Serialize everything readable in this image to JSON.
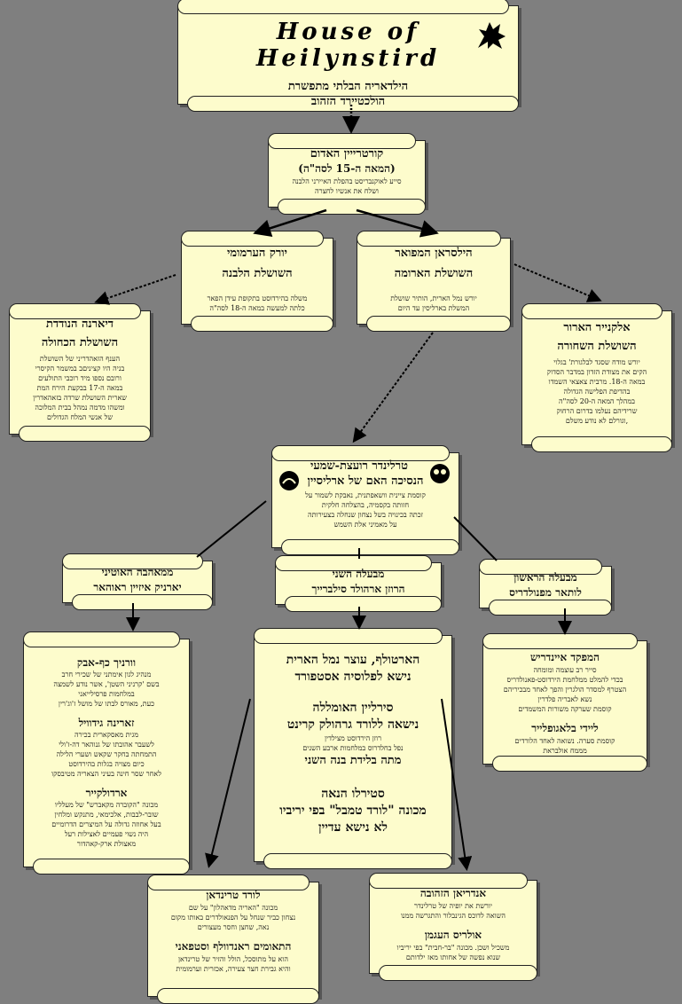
{
  "header": {
    "title": "House of Heilynstird",
    "line1": "הילדאריה הבלתי מתפשרת",
    "line2": "הולכטיירד הזהוב"
  },
  "nodes": {
    "kortrin": {
      "name": "קורטרייין האדום",
      "sub": "(המאה ה-15 לסה\"ה)",
      "desc1": "סייע לאוקנבריסט בהפלת האיירני הלבנה",
      "desc2": "ושלח את אנשיו לחצרה"
    },
    "yorik": {
      "name": "יורק הערמומי",
      "house": "השושלת הלבנה",
      "desc1": "משלה בהירדוסט בתקופת עידן הפאר",
      "desc2": "כלתה למעשה במאה ה-18 לסה\"ה"
    },
    "hilsran": {
      "name": "הילסראן המפואר",
      "house": "השושלת הארומה",
      "desc1": "יורש נמל הארית, הותיר שושלת",
      "desc2": "המשלת בארליסין עד היום"
    },
    "diarna": {
      "name": "דיארנה הנודדת",
      "house": "השושלת הכחולה",
      "desc": [
        "הענף הזאהדריני של השושלת",
        "בניה היו קציניםב במשמר הקיסרי",
        "ורובם נספו מיד רוכבי התולעים",
        "במאה ה-17 בבקעת הירח המת",
        "שארית השושלת שרדה בזאהאדרין",
        "ומשהו מדמה נמהל בבית המלוכה",
        "של אנשי המלח הגדולים"
      ]
    },
    "elkanir": {
      "name": "אלקנייר הארור",
      "house": "השושלת השחורה",
      "desc": [
        "יורש מודח שסגד לבלגורת' בגלוי",
        "הקים את מצודת הזדון במדבר הסדוק",
        "במאה ה-18. מרבית צאצאי השמדו",
        "בהדיפת הפלישה הגדולה",
        "במהלך המאה ה-20 לסה\"ה",
        "שרידיהם נעלמו בדרום הרחוק",
        ",וגורלם לא נודע משלם"
      ]
    },
    "terlinder": {
      "name": "טרלינדר רועצת-שמעי",
      "house": "הנסיכה האם של ארליסיין",
      "desc": [
        "קוסמת ציינית וושאפתנית, נאבקת לשמור על",
        "חזותה בקסמיה, בהצלחה חלקית",
        "זכתה בכינויה בשל נצחון שנחלה בצעירותה",
        "על מאמיני אלת השמש"
      ]
    },
    "spouse1": {
      "label": "ממאהבה האוטיני",
      "name": "יארניק איזיין ראוהאר"
    },
    "spouse2": {
      "label": "מבעלה השני",
      "name": "הרוזן ארהולד סילברייך"
    },
    "spouse3": {
      "label": "מבעלה הראשון",
      "name": "לותאר מפנולדריס"
    },
    "left_children": [
      {
        "name": "וורניך כף-אבק",
        "desc": [
          "מנהיג לגון אימתני של שכירי חרב",
          "בשם 'קרניני השטן', אשר נודע לשמצה",
          "במלחמות פרסילייאני",
          "כעת, מאורס לבתו של מושל ז'וג'רין"
        ]
      },
      {
        "name": "זארינה גידוויל",
        "desc": [
          "מגית מאסקארית בכירה",
          "לשעבר אהובתו של גנוהאר דה-ז'ולי",
          "התמחתה בחקר שקאש ושערי הלילה",
          "כיום מצויה בגלות בהירדוסט",
          "לאחר שסר חינה בעיני הצאריה מטיבסקו"
        ]
      },
      {
        "name": "ארדולקייר",
        "desc": [
          "מכונה \"הקוברה מקאברש\" של מעלליו",
          "שובר-לבבות, אלכימאי, מתנקש ומלחין",
          "בעל אחוזה גדולה על המיצרים הדרומיים",
          "היה נשוי פעמיים לאצילות רעל",
          "מאצולת ארק-קאהדור"
        ]
      }
    ],
    "mid_children": [
      {
        "name": "הארטולף, עוצר נמל הארית",
        "sub": "נישא לפלוסיה אסטפורד",
        "desc": []
      },
      {
        "name": "סירליין האומללה",
        "sub": "נישאה ללורד גרהולק קרינט",
        "desc": [
          "רוזן הירדוסט מצילדין",
          "נפל בחלדרוס במלחמות ארבע השנים"
        ],
        "extra": "מתה בלידת בנה השני"
      },
      {
        "name": "סטירלו הנאה",
        "sub": "מכונה \"לורד טמבל\" בפי יריביו",
        "extra": "לא נישא עדיין"
      }
    ],
    "right_children": [
      {
        "name": "המפקד איינדריש",
        "desc": [
          "סייר רב עוצמה ומומחה",
          "בכדי להמלט ממלחמת הירדוסט-פאנולדריס",
          "הצטרף למסדר הולגרין והפך לאחד מבכיריהם",
          "נשא לאבריה פלדרין",
          "קוסמת שערקה משורות המשמדים"
        ]
      },
      {
        "name": "ליידי בלאגופלייר",
        "desc": [
          "קוסמת סערה. נשואה לאחד הלורדים",
          "מממח אולבראת"
        ]
      }
    ],
    "bottom_left": [
      {
        "name": "לורד טרינדאן",
        "desc": [
          "מכונה \"האריה מדאהלון\" על שם",
          "נצחון כביר שנחל על הפנאולדרים באותו מקום",
          "נאה, שחצן וחסר מעצורים"
        ]
      },
      {
        "name": "התאומים ראנדוולף וסטפאני",
        "desc": [
          "הוא על מתוסכל, הולל והזיר של טרינדאן",
          "והיא גבירת חצר צעירה, אכזרית וערמומית"
        ]
      }
    ],
    "bottom_right": [
      {
        "name": "אנדריאן הזהובה",
        "desc": [
          "יורשת את יופיה של טרלינדר",
          "השואה לדוכס הגינבלור והתגרשה ממנו"
        ]
      },
      {
        "name": "אולריס העגמן",
        "desc": [
          "משכיל ושכן. מכונה \"בר-חבית\" בפי יריביו",
          "שנוא נפשה של אחותו מאז ילדותם"
        ]
      }
    ]
  },
  "colors": {
    "paper": "#fdfccc",
    "background": "#7f7f7f",
    "ink": "#111111"
  }
}
